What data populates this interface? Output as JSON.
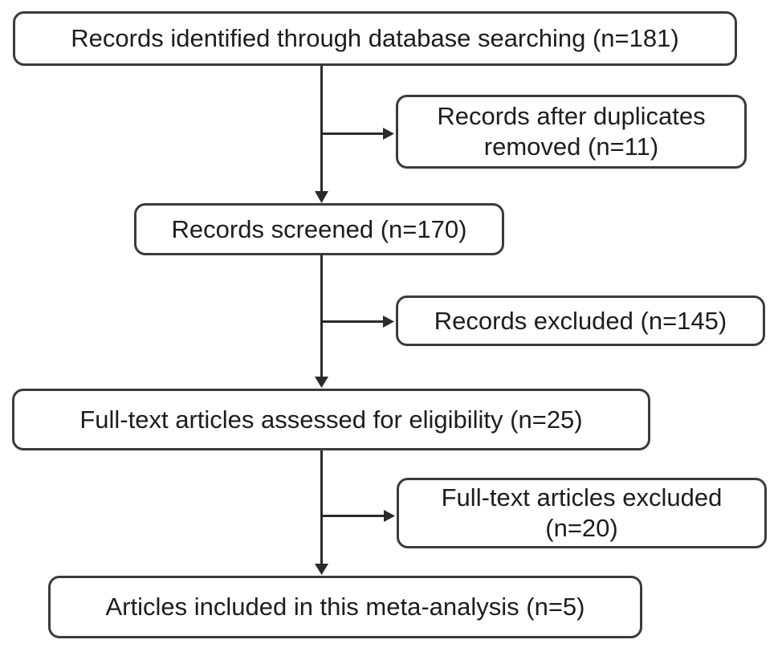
{
  "diagram": {
    "kind": "prisma-flowchart",
    "colors": {
      "background": "#ffffff",
      "box_border": "#3b3b3b",
      "text": "#1d1d1d",
      "line": "#2a2a2a"
    },
    "boxes": [
      {
        "id": "identified",
        "label": "Records identified through database searching (n=181)",
        "n": 181
      },
      {
        "id": "duplicates",
        "label": "Records after duplicates\nremoved (n=11)",
        "n": 11
      },
      {
        "id": "screened",
        "label": "Records screened (n=170)",
        "n": 170
      },
      {
        "id": "records_excluded",
        "label": "Records excluded (n=145)",
        "n": 145
      },
      {
        "id": "fulltext_assessed",
        "label": "Full-text articles assessed for eligibility (n=25)",
        "n": 25
      },
      {
        "id": "fulltext_excluded",
        "label": "Full-text articles excluded\n(n=20)",
        "n": 20
      },
      {
        "id": "included",
        "label": "Articles included in this meta-analysis (n=5)",
        "n": 5
      }
    ],
    "edges": [
      {
        "from": "identified",
        "to": "duplicates"
      },
      {
        "from": "identified",
        "to": "screened"
      },
      {
        "from": "screened",
        "to": "records_excluded"
      },
      {
        "from": "screened",
        "to": "fulltext_assessed"
      },
      {
        "from": "fulltext_assessed",
        "to": "fulltext_excluded"
      },
      {
        "from": "fulltext_assessed",
        "to": "included"
      }
    ]
  }
}
